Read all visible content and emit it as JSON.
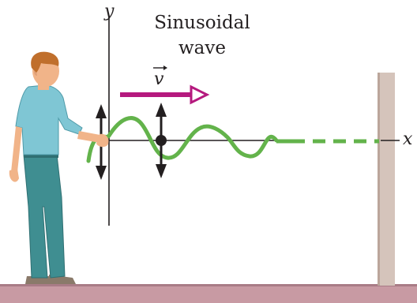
{
  "labels": {
    "y_axis": "y",
    "x_axis": "x",
    "title_line1": "Sinusoidal",
    "title_line2": "wave",
    "velocity": "v"
  },
  "colors": {
    "wave": "#63b34b",
    "velocity_arrow": "#b5197e",
    "wall": "#d5c4bb",
    "floor": "#c89aa3",
    "axis": "#231f20",
    "shirt": "#7fc6d4",
    "pants": "#3f8e91",
    "skin": "#f1b489",
    "hair": "#c06f2c"
  }
}
